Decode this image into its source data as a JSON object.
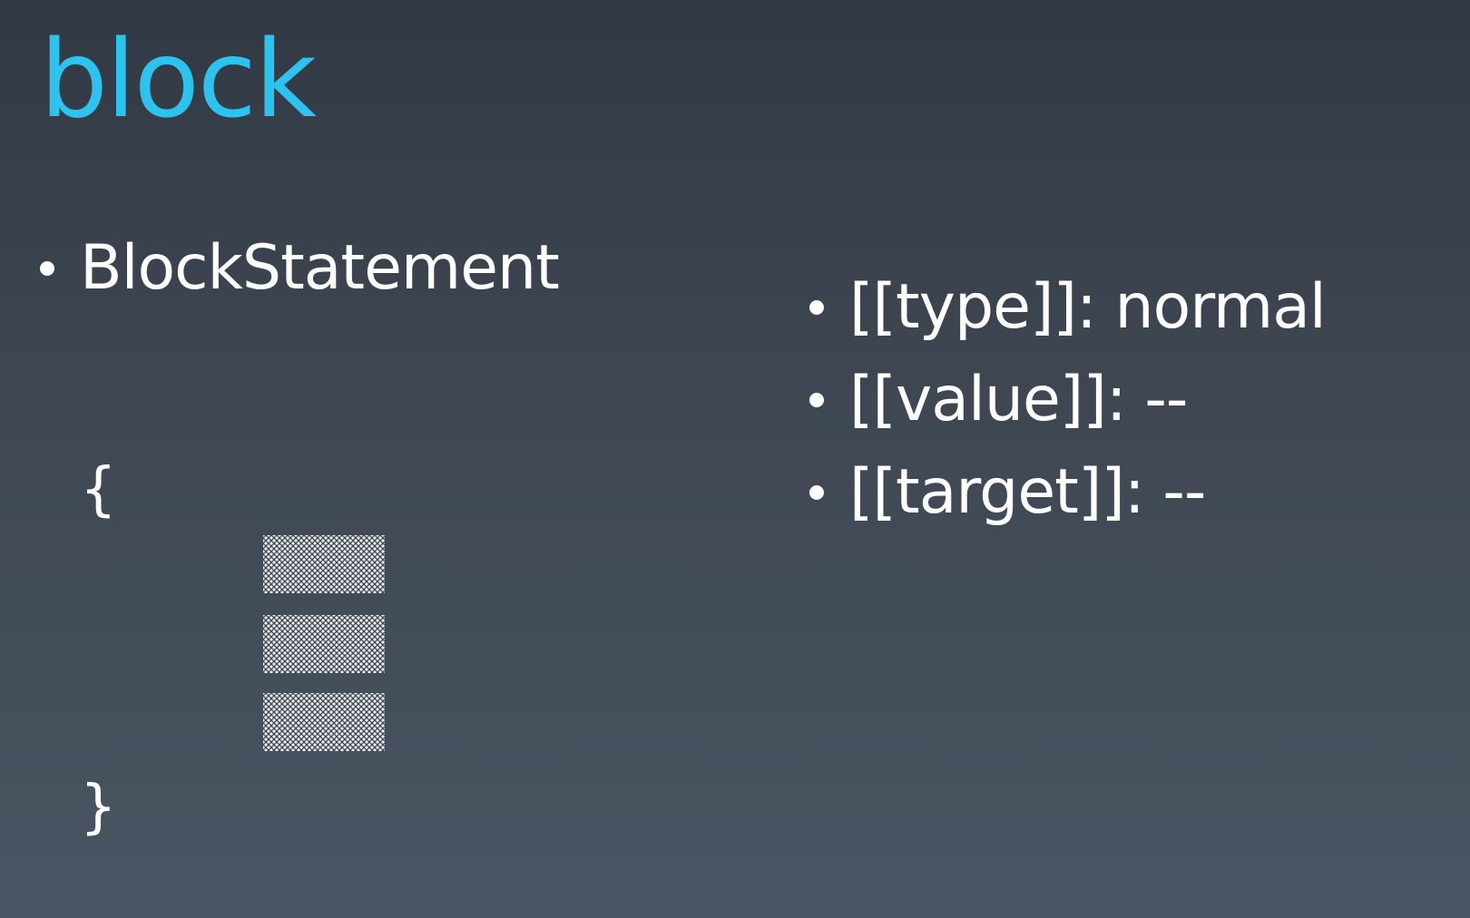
{
  "slide": {
    "title": "block",
    "left_bullet": "BlockStatement",
    "open_brace": "{",
    "close_brace": "}",
    "code_placeholders": [
      {
        "content": "obscured statement"
      },
      {
        "content": "obscured statement"
      },
      {
        "content": "obscured statement"
      }
    ],
    "right_bullets": [
      "[[type]]: normal",
      "[[value]]: --",
      "[[target]]: --"
    ],
    "colors": {
      "title": "#2ec3ee",
      "text": "#ffffff",
      "background_top": "#313944",
      "background_bottom": "#4a5563"
    }
  }
}
